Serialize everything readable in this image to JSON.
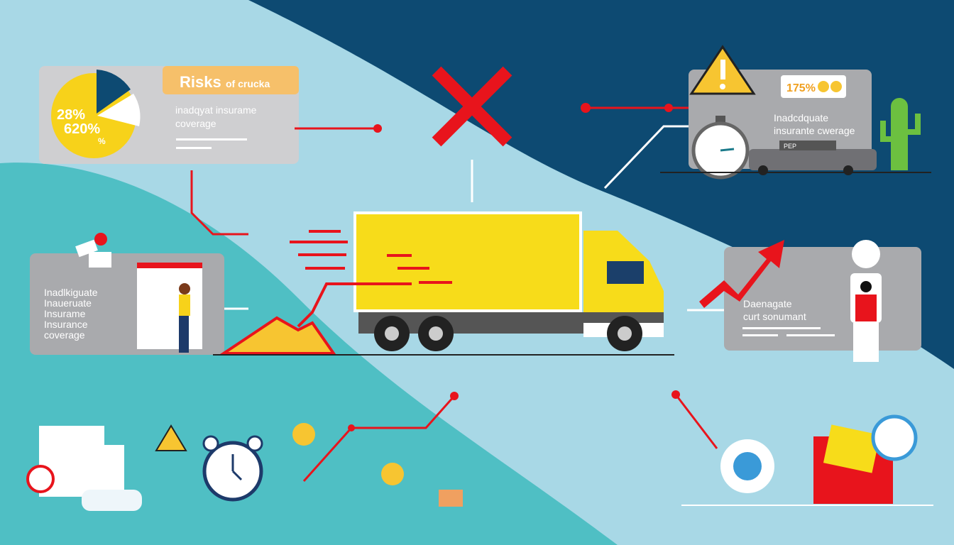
{
  "colors": {
    "sky": "#a8d8e6",
    "navy": "#0d4a72",
    "teal": "#4fbfc4",
    "yellow": "#f7dc1a",
    "red": "#e8141c",
    "panel": "#c9c9cb",
    "orange": "#f6c06a"
  },
  "top_left_card": {
    "title_big": "Risks",
    "title_small": "of crucka",
    "line1": "inadqyat insurame",
    "line2": "coverage",
    "pie_label1": "28%",
    "pie_label2": "620%",
    "pie_label3": "%"
  },
  "top_right_card": {
    "bubble_value": "175%",
    "line1": "Inadcdquate",
    "line2": "insurante cwerage",
    "truck_sign": "PEP"
  },
  "left_card": {
    "lines": [
      "Inadlkiguate",
      "Inaueruate",
      "Insurame",
      "Insurance",
      "coverage"
    ]
  },
  "right_card": {
    "line1": "Daenagate",
    "line2": "curt sonumant"
  }
}
